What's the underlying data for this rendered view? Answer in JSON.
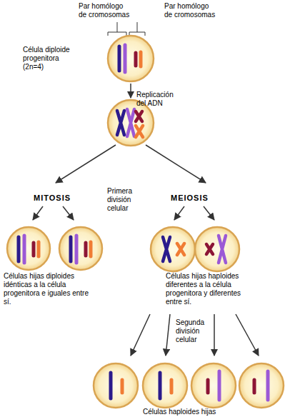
{
  "diagram": {
    "labels": [
      "Par homólogo de cromosomas",
      "Par homólogo de cromosomas",
      "Célula diploide progenitora (2n=4)",
      "Replicación del ADN",
      "MITOSIS",
      "Primera división celular",
      "MEIOSIS",
      "Células hijas diploides idénticas a la célula progenitora e iguales entre sí.",
      "Células hijas haploides diferentes a la célula progenitora y diferentes entre sí.",
      "Segunda división celular",
      "Células haploides hijas"
    ]
  }
}
